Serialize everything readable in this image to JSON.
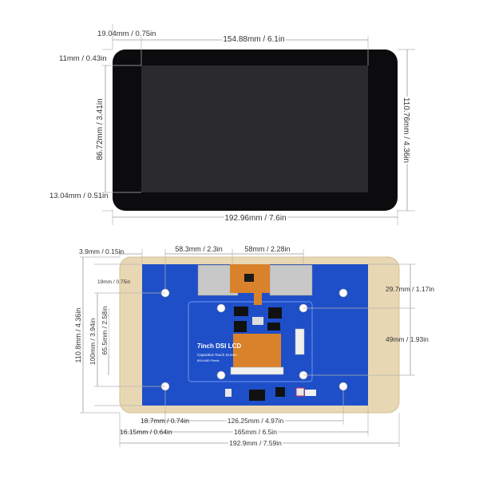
{
  "top_view": {
    "dims": {
      "bezel_left": "19.04mm / 0.75in",
      "active_width": "154.88mm / 6.1in",
      "bezel_top": "11mm / 0.43in",
      "active_height": "86.72mm / 3.41in",
      "overall_height": "110.76mm / 4.36in",
      "bezel_bottom": "13.04mm / 0.51in",
      "overall_width": "192.96mm / 7.6in"
    },
    "colors": {
      "glass": "#0c0c0e",
      "display": "#2b2b2e"
    }
  },
  "bottom_view": {
    "dims": {
      "pcb_offset_left": "3.9mm / 0.15in",
      "hole_to_connector": "58.3mm / 2.3in",
      "connector_width": "58mm / 2.28in",
      "hole_offset_top": "19mm / 0.75in",
      "overall_height": "110.8mm / 4.36in",
      "hole_span_vertical_outer": "100mm / 3.94in",
      "hole_span_vertical_inner": "65.5mm / 2.58in",
      "right_top_gap": "29.7mm / 1.17in",
      "right_hole_span": "49mm / 1.93in",
      "hole_offset_left": "18.7mm / 0.74in",
      "inner_hole_span": "126.25mm / 4.97in",
      "frame_left": "16.15mm / 0.64in",
      "pcb_width": "165mm / 6.5in",
      "overall_width": "192.9mm / 7.59in"
    },
    "board_text": {
      "title": "7inch DSI LCD",
      "subtitle": "Capacitive Touch Screen",
      "resolution": "800×480 Pixels"
    },
    "colors": {
      "pcb": "#1e4fc8",
      "frame": "#e8d7b3",
      "flex": "#d9822b",
      "inner_board": "#2a5fd6"
    }
  }
}
